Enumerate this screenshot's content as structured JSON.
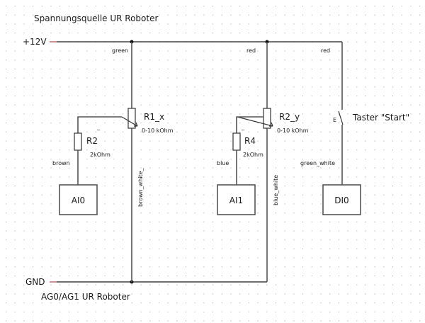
{
  "title": "Spannungsquelle UR Roboter",
  "footer": "AG0/AG1 UR Roboter",
  "rails": {
    "positive": "+12V",
    "ground": "GND"
  },
  "wires": {
    "green": "green",
    "red_1": "red",
    "red_2": "red",
    "brown": "brown",
    "brown_white": "brown_white_",
    "blue": "blue",
    "blue_white": "blue_white",
    "green_white": "green_white"
  },
  "components": {
    "r1": {
      "name": "R1_x",
      "value": "0-10 kOhm"
    },
    "r2_pot": {
      "name": "R2_y",
      "value": "0-10 kOhm"
    },
    "r2": {
      "name": "R2",
      "value": "2kOhm",
      "mark": "_"
    },
    "r4": {
      "name": "R4",
      "value": "2kOhm",
      "mark": "_"
    },
    "switch": {
      "name": "Taster \"Start\"",
      "mark": "E"
    }
  },
  "io": {
    "ai0": "AI0",
    "ai1": "AI1",
    "di0": "DI0"
  }
}
